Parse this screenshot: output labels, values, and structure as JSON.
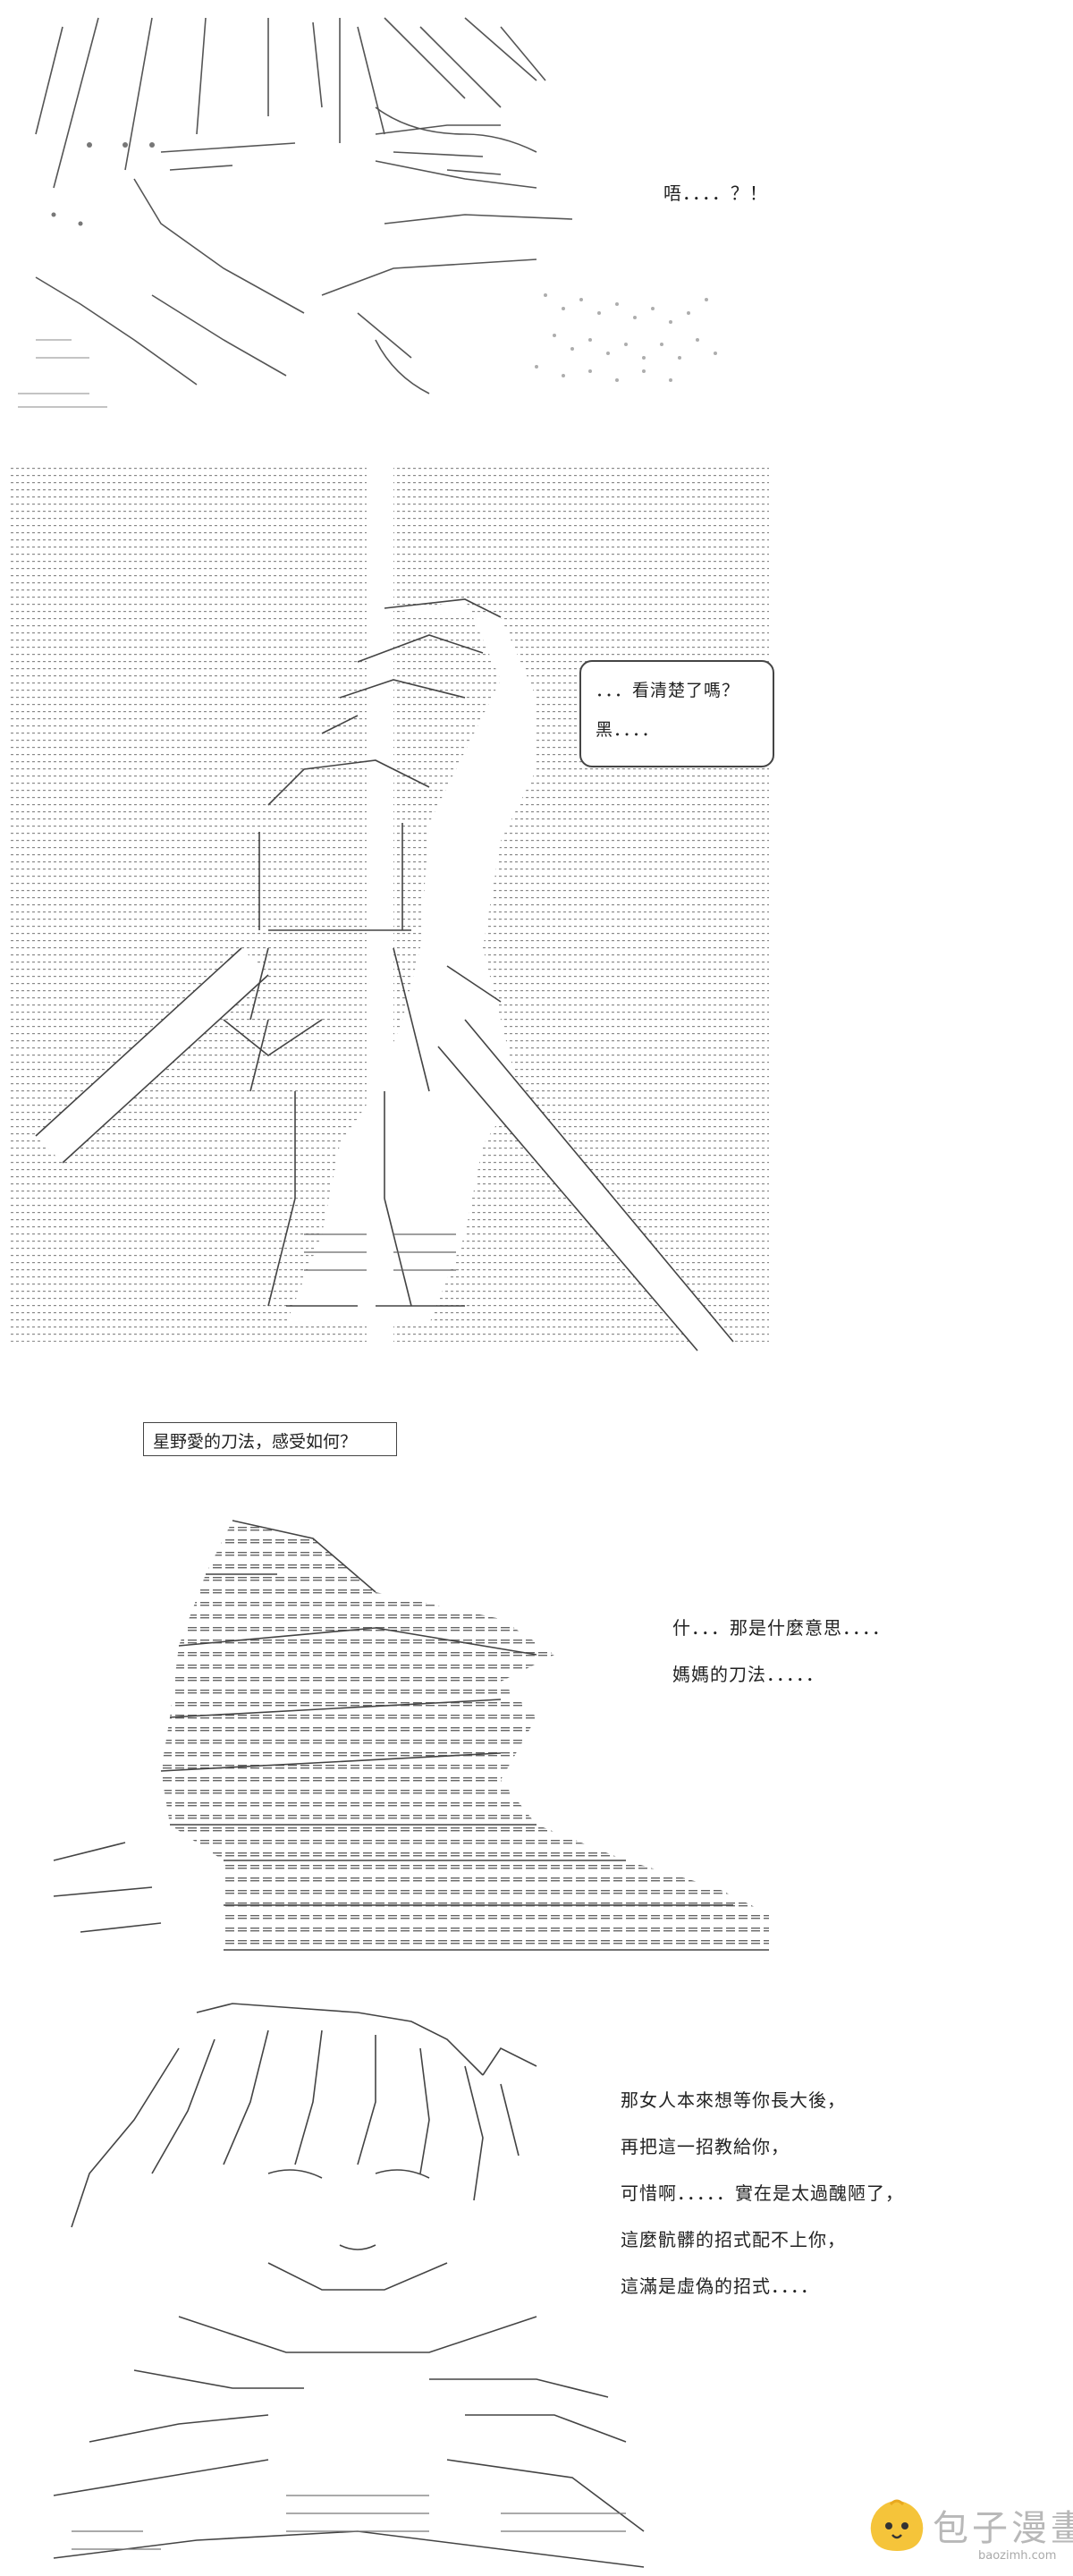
{
  "panel1": {
    "exclaim": "唔．．．．？！"
  },
  "panel2": {
    "bubble_line1": "．．．看清楚了嗎？",
    "bubble_line2": "黑．．．．"
  },
  "caption": "星野愛的刀法，感受如何？",
  "panel3": {
    "line1": "什．．．那是什麼意思．．．．",
    "line2": "媽媽的刀法．．．．．"
  },
  "panel4": {
    "lines": [
      "那女人本來想等你長大後，",
      "再把這一招教給你，",
      "可惜啊．．．．．實在是太過醜陋了，",
      "這麼骯髒的招式配不上你，",
      "這滿是虛偽的招式．．．．"
    ]
  },
  "watermark": {
    "name": "包子漫畫",
    "url": "baozimh.com"
  }
}
